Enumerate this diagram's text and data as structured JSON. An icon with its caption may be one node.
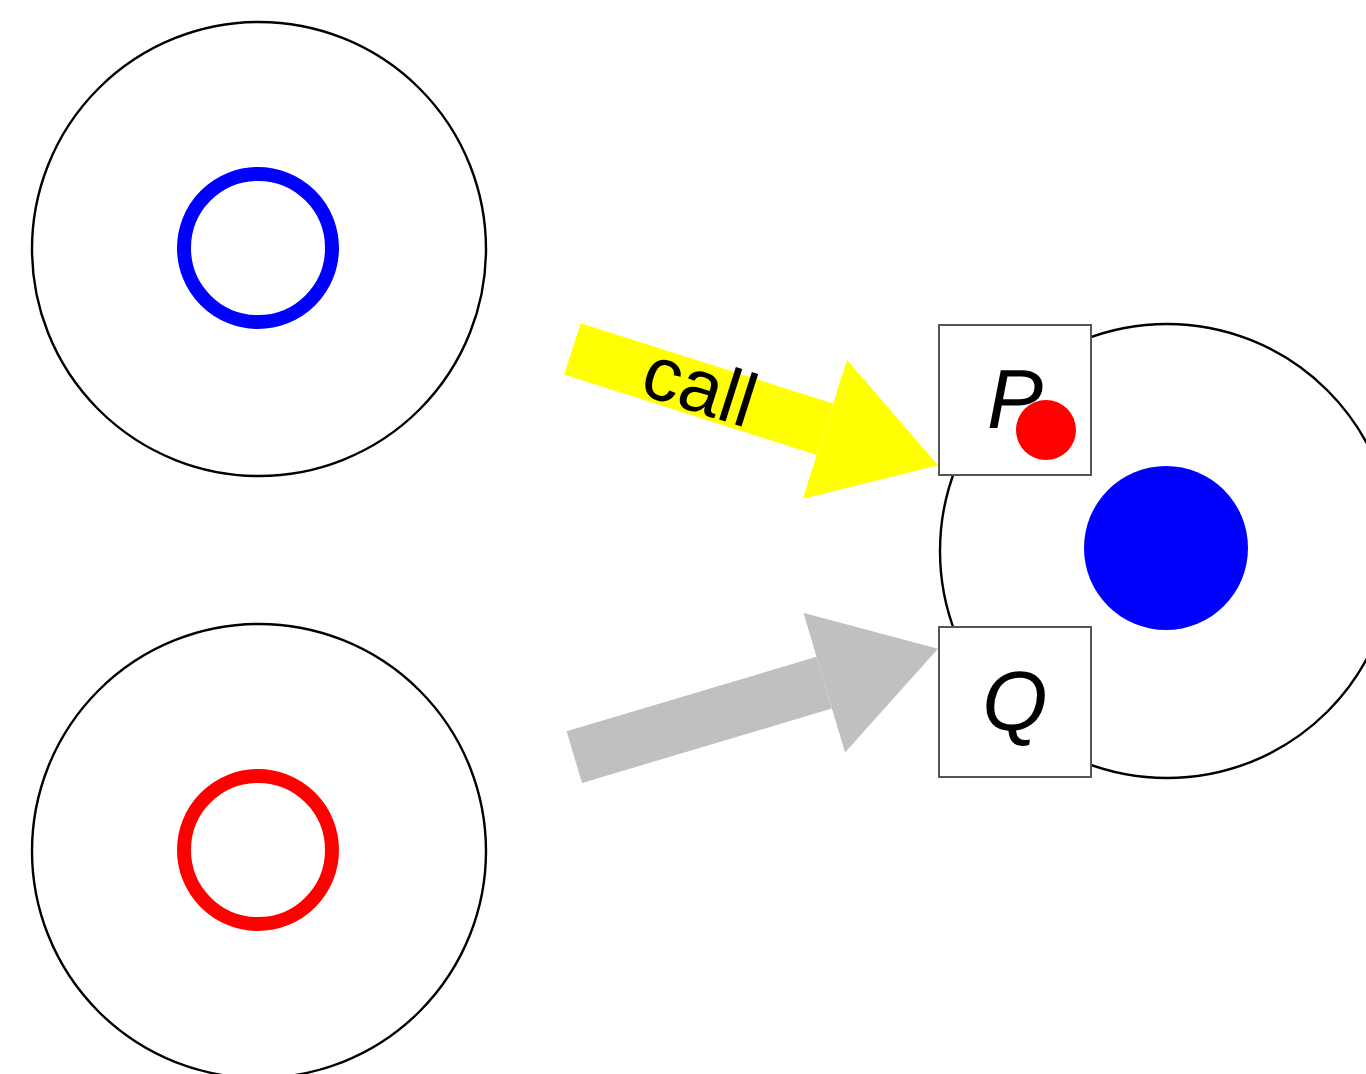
{
  "diagram": {
    "nodes": [
      {
        "text": [],
        "shape": "circle"
      },
      {
        "text": [],
        "shape": "circle"
      },
      {
        "text": [],
        "shape": "circle"
      },
      {
        "text": [
          "P"
        ],
        "in": 2
      },
      {
        "text": [
          "Q"
        ],
        "in": 2
      }
    ],
    "edges": [
      {
        "from": 0,
        "to": 3,
        "arrow": "to",
        "label": "call",
        "color": "#ffff00"
      },
      {
        "from": 1,
        "to": 4,
        "arrow": "to",
        "color": "#c0c0c0"
      }
    ]
  }
}
